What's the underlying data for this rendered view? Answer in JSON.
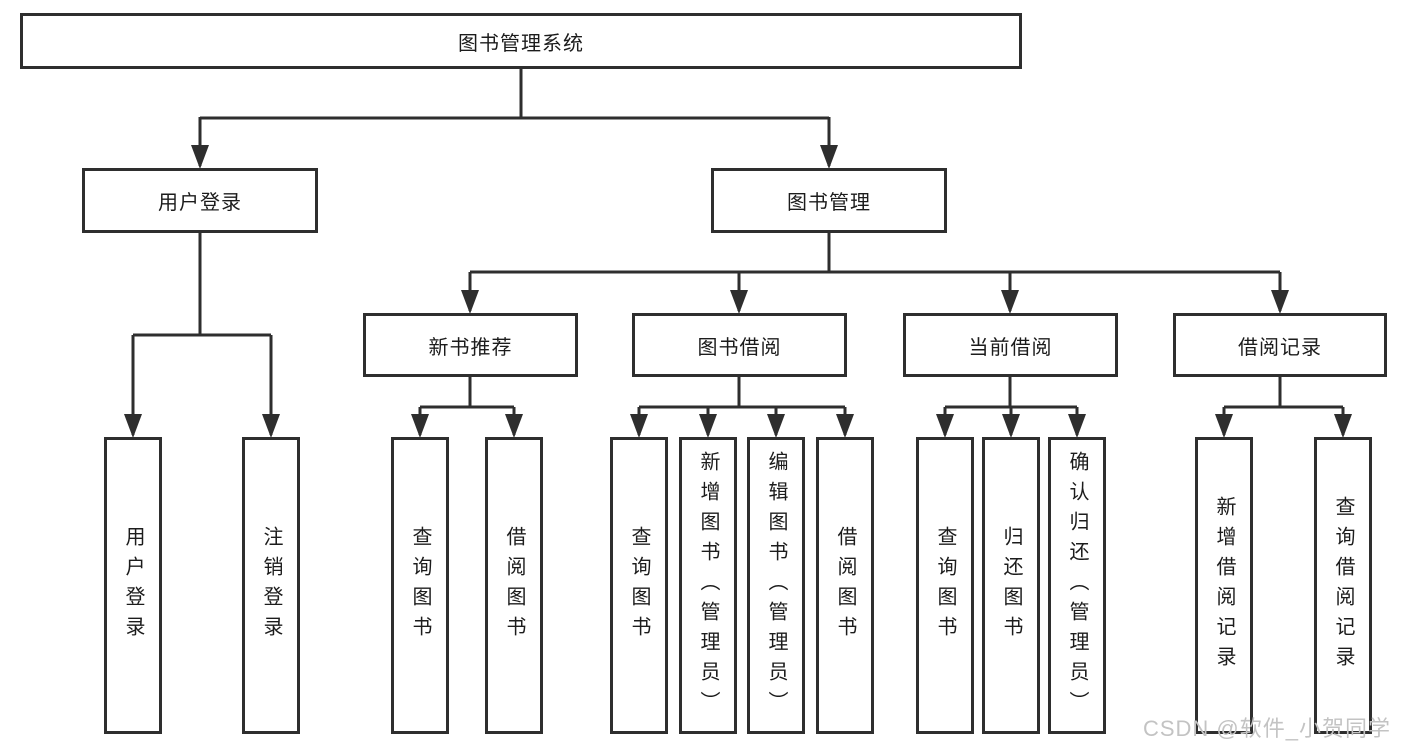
{
  "colors": {
    "background": "#ffffff",
    "line": "#2e2e2e",
    "node_text": "#1c1c1c",
    "watermark": "#c3c3c3"
  },
  "tree": {
    "label": "图书管理系统",
    "children": [
      {
        "label": "用户登录",
        "children": [
          {
            "label": "用户登录"
          },
          {
            "label": "注销登录"
          }
        ]
      },
      {
        "label": "图书管理",
        "children": [
          {
            "label": "新书推荐",
            "children": [
              {
                "label": "查询图书"
              },
              {
                "label": "借阅图书"
              }
            ]
          },
          {
            "label": "图书借阅",
            "children": [
              {
                "label": "查询图书"
              },
              {
                "label": "新增图书（管理员）"
              },
              {
                "label": "编辑图书（管理员）"
              },
              {
                "label": "借阅图书"
              }
            ]
          },
          {
            "label": "当前借阅",
            "children": [
              {
                "label": "查询图书"
              },
              {
                "label": "归还图书"
              },
              {
                "label": "确认归还（管理员）"
              }
            ]
          },
          {
            "label": "借阅记录",
            "children": [
              {
                "label": "新增借阅记录"
              },
              {
                "label": "查询借阅记录"
              }
            ]
          }
        ]
      }
    ]
  },
  "watermark": "CSDN @软件_小贺同学"
}
